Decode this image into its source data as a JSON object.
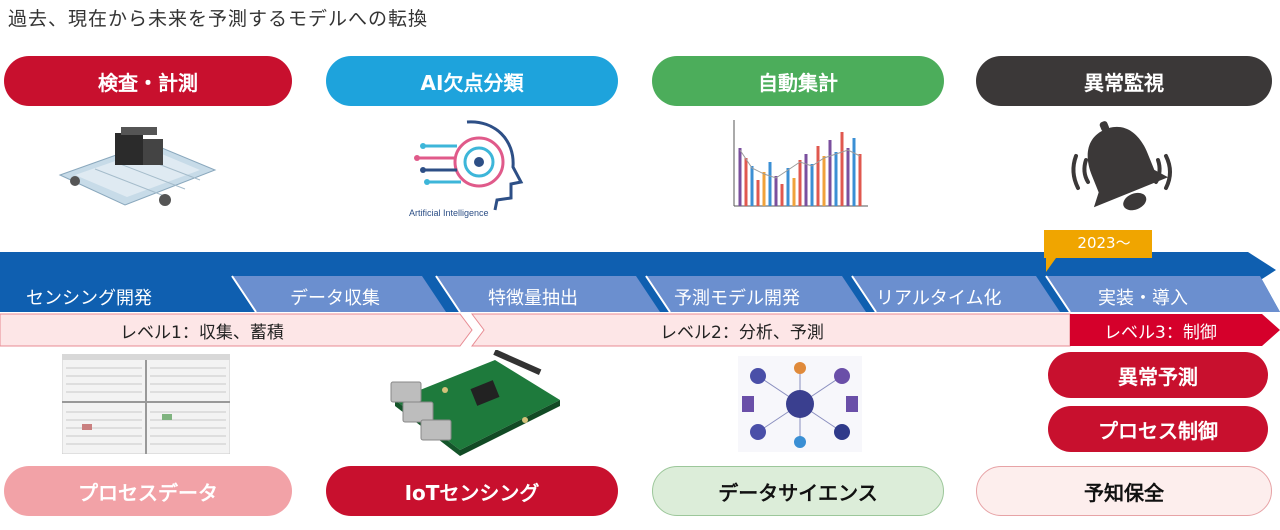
{
  "title": "過去、現在から未来を予測するモデルへの転換",
  "top_pills": [
    {
      "label": "検査・計測",
      "bg": "#c8102e",
      "color": "#ffffff"
    },
    {
      "label": "AI欠点分類",
      "bg": "#1ea3dc",
      "color": "#ffffff"
    },
    {
      "label": "自動集計",
      "bg": "#4cad5b",
      "color": "#ffffff"
    },
    {
      "label": "異常監視",
      "bg": "#3b3838",
      "color": "#ffffff"
    }
  ],
  "ai_image_caption": "Artificial Intelligence",
  "year_tag": "2023〜",
  "stages": [
    {
      "label": "センシング開発"
    },
    {
      "label": "データ収集"
    },
    {
      "label": "特徴量抽出"
    },
    {
      "label": "予測モデル開発"
    },
    {
      "label": "リアルタイム化"
    },
    {
      "label": "実装・導入"
    }
  ],
  "levels": [
    {
      "label": "レベル1：収集、蓄積"
    },
    {
      "label": "レベル2：分析、予測"
    },
    {
      "label": "レベル3：制御"
    }
  ],
  "level3_items": [
    {
      "label": "異常予測"
    },
    {
      "label": "プロセス制御"
    }
  ],
  "bottom_pills": [
    {
      "label": "プロセスデータ",
      "bg": "#f2a2a7",
      "color": "#ffffff"
    },
    {
      "label": "IoTセンシング",
      "bg": "#c8102e",
      "color": "#ffffff"
    },
    {
      "label": "データサイエンス",
      "bg": "#dcedd9",
      "color": "#111111"
    },
    {
      "label": "予知保全",
      "bg": "#fdeeed",
      "color": "#111111"
    }
  ],
  "colors": {
    "timeline_blue": "#0f5fb0",
    "stage_blue": "#6b8fcf",
    "level_pink": "#fde6e7",
    "level_red": "#d5002b",
    "year_gold": "#f0a500"
  }
}
